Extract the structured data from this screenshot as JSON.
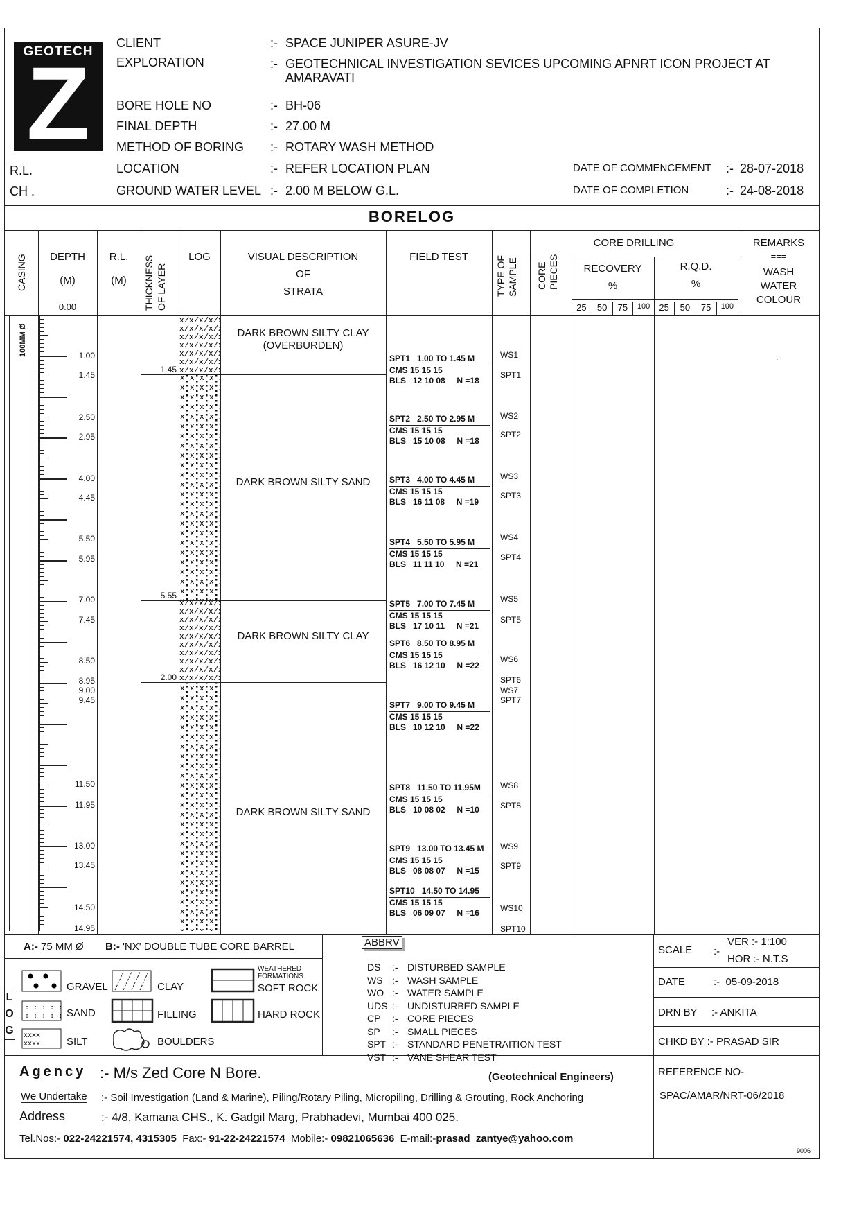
{
  "logo": {
    "text": "GEOTECH",
    "letter": "Z"
  },
  "header": {
    "rows": [
      {
        "label": "CLIENT",
        "value": "SPACE JUNIPER ASURE-JV"
      },
      {
        "label": "EXPLORATION",
        "value": "GEOTECHNICAL INVESTIGATION SEVICES UPCOMING APNRT ICON PROJECT AT",
        "value2": "AMARAVATI"
      },
      {
        "label": "BORE HOLE NO",
        "value": "BH-06"
      },
      {
        "label": "FINAL DEPTH",
        "value": "27.00 M"
      },
      {
        "label": "METHOD OF BORING",
        "value": "ROTARY WASH METHOD"
      },
      {
        "label": "LOCATION",
        "value": "REFER LOCATION PLAN"
      },
      {
        "label": "GROUND WATER LEVEL",
        "value": "2.00 M BELOW G.L."
      }
    ],
    "sep": ":-",
    "rl": "R.L.",
    "ch": "CH  .",
    "commencement_label": "DATE OF COMMENCEMENT",
    "commencement": "28-07-2018",
    "completion_label": "DATE OF COMPLETION",
    "completion": "24-08-2018"
  },
  "title": "BORELOG",
  "columns": {
    "casing": "CASING",
    "depth": "DEPTH",
    "depth_unit": "(M)",
    "depth_start": "0.00",
    "rl": "R.L.",
    "rl_unit": "(M)",
    "thickness1": "THICKNESS",
    "thickness2": "OF LAYER",
    "log": "LOG",
    "desc1": "VISUAL DESCRIPTION",
    "desc2": "OF",
    "desc3": "STRATA",
    "field": "FIELD TEST",
    "type1": "TYPE OF",
    "type2": "SAMPLE",
    "core1": "CORE",
    "core2": "PIECES",
    "core_drilling": "CORE DRILLING",
    "recovery": "RECOVERY",
    "rqd": "R.Q.D.",
    "pct": "%",
    "ticks": [
      "25",
      "50",
      "75",
      "100"
    ],
    "remarks": "REMARKS",
    "rem_eq": "===",
    "rem1": "WASH",
    "rem2": "WATER",
    "rem3": "COLOUR"
  },
  "casing_text": "100MM Ø",
  "depth_labels": [
    "1.00",
    "1.45",
    "2.50",
    "2.95",
    "4.00",
    "4.45",
    "5.50",
    "5.95",
    "7.00",
    "7.45",
    "8.50",
    "8.95",
    "9.00",
    "9.45",
    "11.50",
    "11.95",
    "13.00",
    "13.45",
    "14.50",
    "14.95"
  ],
  "thickness": [
    "1.45",
    "5.55",
    "2.00"
  ],
  "strata": [
    {
      "line1": "DARK BROWN SILTY CLAY",
      "line2": "(OVERBURDEN)"
    },
    {
      "line1": "DARK BROWN SILTY SAND"
    },
    {
      "line1": "DARK BROWN SILTY CLAY"
    },
    {
      "line1": "DARK BROWN SILTY SAND"
    }
  ],
  "field_tests": [
    {
      "title": "SPT1   1.00 TO 1.45 M",
      "cms": "CMS 15 15 15",
      "bls": "BLS   12 10 08     N =18"
    },
    {
      "title": "SPT2   2.50 TO 2.95 M",
      "cms": "CMS 15 15 15",
      "bls": "BLS   15 10 08     N =18"
    },
    {
      "title": "SPT3   4.00 TO 4.45 M",
      "cms": "CMS 15 15 15",
      "bls": "BLS   16 11 08     N =19"
    },
    {
      "title": "SPT4   5.50 TO 5.95 M",
      "cms": "CMS 15 15 15",
      "bls": "BLS   11 11 10     N =21"
    },
    {
      "title": "SPT5   7.00 TO 7.45 M",
      "cms": "CMS 15 15 15",
      "bls": "BLS   17 10 11     N =21"
    },
    {
      "title": "SPT6   8.50 TO 8.95 M",
      "cms": "CMS 15 15 15",
      "bls": "BLS   16 12 10     N =22"
    },
    {
      "title": "SPT7   9.00 TO 9.45 M",
      "cms": "CMS 15 15 15",
      "bls": "BLS   10 12 10     N =22"
    },
    {
      "title": "SPT8   11.50 TO 11.95M",
      "cms": "CMS 15 15 15",
      "bls": "BLS   10 08 02     N =10"
    },
    {
      "title": "SPT9   13.00 TO 13.45 M",
      "cms": "CMS 15 15 15",
      "bls": "BLS   08 08 07     N =15"
    },
    {
      "title": "SPT10   14.50 TO 14.95",
      "cms": "CMS 15 15 15",
      "bls": "BLS   06 09 07     N =16"
    }
  ],
  "samples": [
    "WS1",
    "SPT1",
    "WS2",
    "SPT2",
    "WS3",
    "SPT3",
    "WS4",
    "SPT4",
    "WS5",
    "SPT5",
    "WS6",
    "SPT6",
    "WS7",
    "SPT7",
    "WS8",
    "SPT8",
    "WS9",
    "SPT9",
    "WS10",
    "SPT10"
  ],
  "remarks_mark": ".",
  "notes": {
    "a": "A:-",
    "a_val": "75 MM Ø",
    "b": "B:-",
    "b_val": "'NX' DOUBLE TUBE CORE BARREL"
  },
  "legend": {
    "side": "LOG",
    "gravel": "GRAVEL",
    "clay": "CLAY",
    "weathered1": "WEATHERED",
    "weathered2": "FORMATIONS",
    "soft_rock": "SOFT ROCK",
    "sand": "SAND",
    "filling": "FILLING",
    "hard_rock": "HARD ROCK",
    "silt": "SILT",
    "boulders": "BOULDERS"
  },
  "abbrev": {
    "title": "ABBRV",
    "items": [
      {
        "k": "DS",
        "v": "DISTURBED SAMPLE"
      },
      {
        "k": "WS",
        "v": "WASH SAMPLE"
      },
      {
        "k": "WO",
        "v": "WATER SAMPLE"
      },
      {
        "k": "UDS",
        "v": "UNDISTURBED SAMPLE"
      },
      {
        "k": "CP",
        "v": "CORE PIECES"
      },
      {
        "k": "SP",
        "v": "SMALL PIECES"
      },
      {
        "k": "SPT",
        "v": "STANDARD PENETRAITION TEST"
      },
      {
        "k": "VST",
        "v": "VANE SHEAR TEST"
      }
    ],
    "sep": ":-"
  },
  "info": {
    "scale": "SCALE",
    "ver": "VER :- 1:100",
    "hor": "HOR :- N.T.S",
    "date_label": "DATE",
    "date": "05-09-2018",
    "drn_label": "DRN BY",
    "drn": "ANKITA",
    "chkd_label": "CHKD BY",
    "chkd": "PRASAD SIR",
    "ref_label": "REFERENCE  NO-",
    "ref": "SPAC/AMAR/NRT-06/2018"
  },
  "agency": {
    "label": "Agency",
    "name": "M/s Zed Core N Bore.",
    "role": "(Geotechnical Engineers)",
    "undertake_label": "We Undertake",
    "undertake": "Soil Investigation (Land & Marine), Piling/Rotary Piling, Micropiling, Drilling & Grouting, Rock Anchoring",
    "address_label": "Address",
    "address": "4/8, Kamana CHS., K. Gadgil Marg, Prabhadevi, Mumbai 400 025.",
    "tel_label": "Tel.Nos:-",
    "tel": "022-24221574, 4315305",
    "fax_label": "Fax:-",
    "fax": "91-22-24221574",
    "mobile_label": "Mobile:-",
    "mobile": "09821065636",
    "email_label": "E-mail:-",
    "email": "prasad_zantye@yahoo.com",
    "sep": ":-"
  },
  "page_code": "9006"
}
